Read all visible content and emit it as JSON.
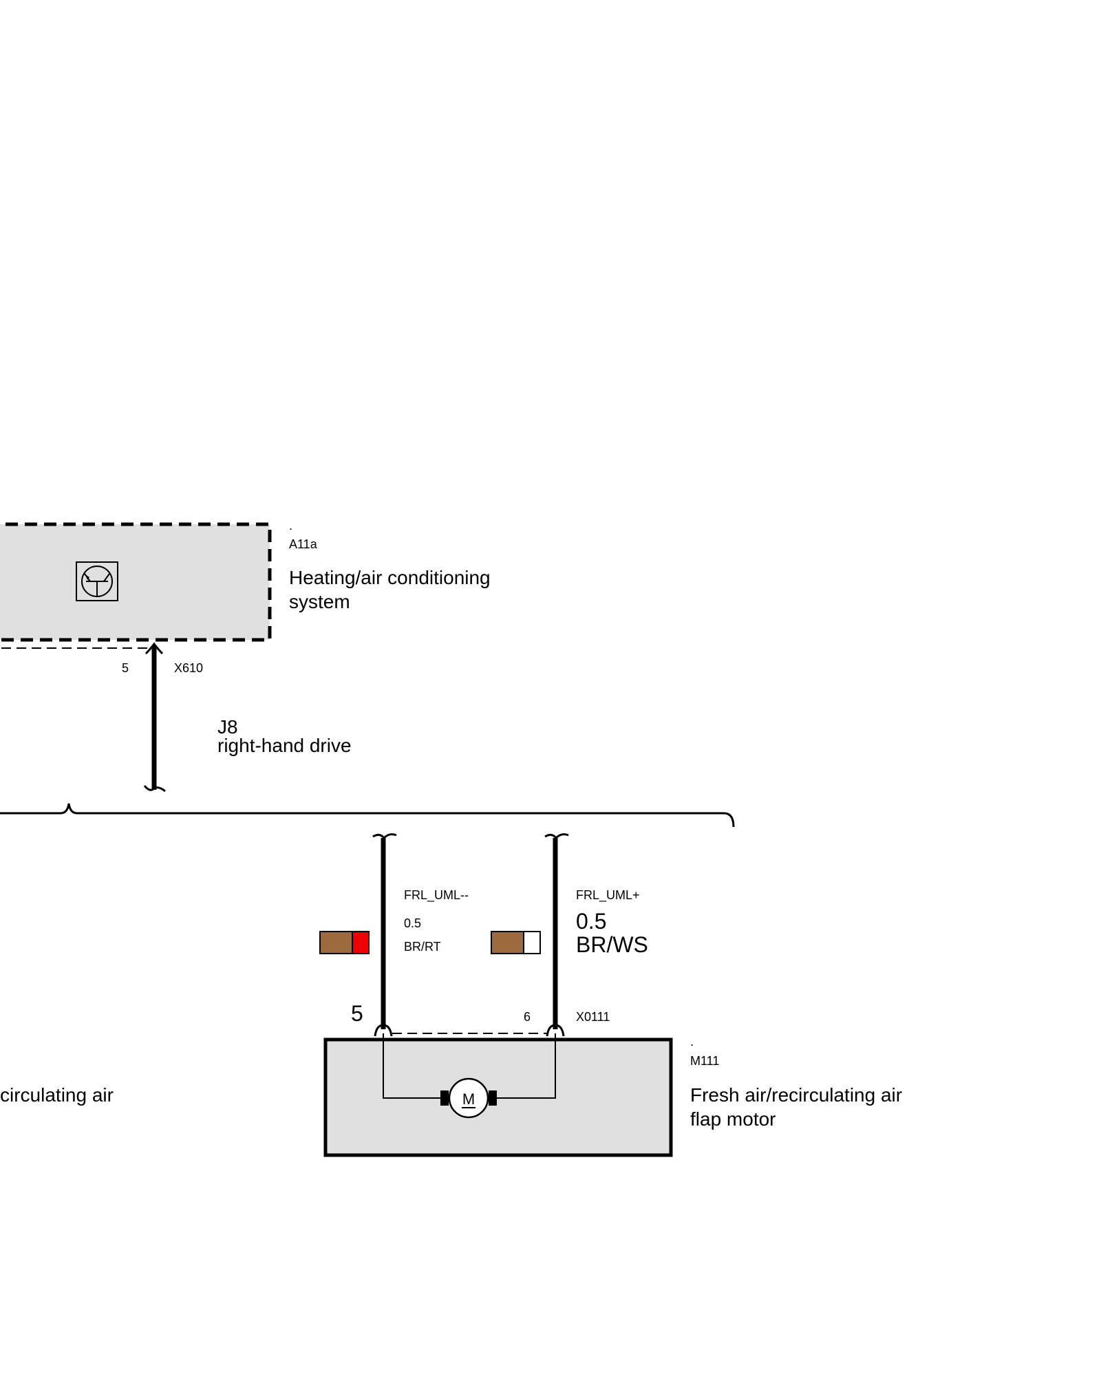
{
  "diagram": {
    "control_unit": {
      "dot": ".",
      "code": "A11a",
      "name_line1": "Heating/air conditioning",
      "name_line2": "system",
      "icon": "transistor-icon"
    },
    "connector_top": {
      "pin": "5",
      "name": "X610"
    },
    "variant": {
      "code": "J8",
      "label": "right-hand drive"
    },
    "wire_left": {
      "signal": "FRL_UML--",
      "gauge": "0.5",
      "color_code": "BR/RT",
      "colors": [
        "#9c6a3c",
        "#ee0000"
      ]
    },
    "wire_right": {
      "signal": "FRL_UML+",
      "gauge": "0.5",
      "color_code": "BR/WS",
      "colors": [
        "#9c6a3c",
        "#ffffff"
      ]
    },
    "connector_bottom": {
      "pin_left": "5",
      "pin_right": "6",
      "name": "X0111"
    },
    "motor": {
      "dot": ".",
      "code": "M111",
      "name_line1": "Fresh air/recirculating air",
      "name_line2": "flap motor",
      "symbol": "M",
      "icon": "motor-icon"
    },
    "cut_label": "circulating air"
  }
}
